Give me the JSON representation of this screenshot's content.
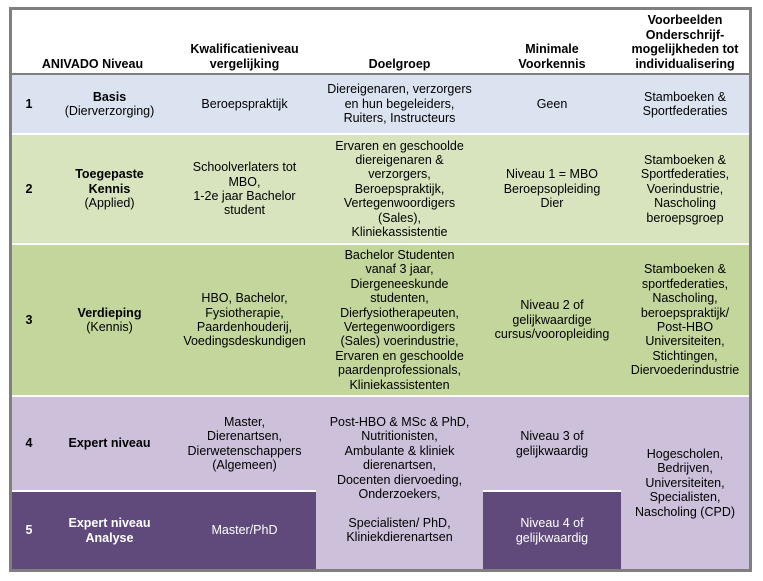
{
  "headers": {
    "level": "ANIVADO Niveau",
    "qualification": "Kwalificatieniveau vergelijking",
    "target_group": "Doelgroep",
    "prior_knowledge": "Minimale Voorkennis",
    "examples": "Voorbeelden Onderschrijf-mogelijkheden tot individualisering"
  },
  "header_lines": {
    "qualification": [
      "Kwalificatieniveau",
      "vergelijking"
    ],
    "prior_knowledge": [
      "Minimale",
      "Voorkennis"
    ],
    "examples": [
      "Voorbeelden",
      "Onderschrijf-",
      "mogelijkheden tot",
      "individualisering"
    ]
  },
  "rows": [
    {
      "number": "1",
      "level_title": "Basis",
      "level_subtitle": "(Dierverzorging)",
      "qualification": [
        "Beroepspraktijk"
      ],
      "target_group": [
        "Diereigenaren, verzorgers",
        "en hun begeleiders,",
        "Ruiters, Instructeurs"
      ],
      "prior_knowledge": [
        "Geen"
      ],
      "examples": [
        "Stamboeken &",
        "Sportfederaties"
      ],
      "color": "#dbe3f0"
    },
    {
      "number": "2",
      "level_title": "Toegepaste Kennis",
      "level_title_lines": [
        "Toegepaste",
        "Kennis"
      ],
      "level_subtitle": "(Applied)",
      "qualification": [
        "Schoolverlaters tot",
        "MBO,",
        "1-2e jaar Bachelor",
        "student"
      ],
      "target_group": [
        "Ervaren en geschoolde",
        "diereigenaren &",
        "verzorgers,",
        "Beroepspraktijk,",
        "Vertegenwoordigers",
        "(Sales),",
        "Kliniekassistentie"
      ],
      "prior_knowledge": [
        "Niveau 1 = MBO",
        "Beroepsopleiding",
        "Dier"
      ],
      "examples": [
        "Stamboeken &",
        "Sportfederaties,",
        "Voerindustrie,",
        "Nascholing",
        "beroepsgroep"
      ],
      "color": "#d7e4bd"
    },
    {
      "number": "3",
      "level_title": "Verdieping",
      "level_subtitle": "(Kennis)",
      "qualification": [
        "HBO, Bachelor,",
        "Fysiotherapie,",
        "Paardenhouderij,",
        "Voedingsdeskundigen"
      ],
      "target_group": [
        "Bachelor Studenten",
        "vanaf 3 jaar,",
        "Diergeneeskunde",
        "studenten,",
        "Dierfysiotherapeuten,",
        "Vertegenwoordigers",
        "(Sales) voerindustrie,",
        "Ervaren en geschoolde",
        "paardenprofessionals,",
        "Kliniekassistenten"
      ],
      "prior_knowledge": [
        "Niveau 2 of",
        "gelijkwaardige",
        "cursus/vooropleiding"
      ],
      "examples": [
        "Stamboeken &",
        "sportfederaties,",
        "Nascholing,",
        "beroepspraktijk/",
        "Post-HBO",
        "Universiteiten,",
        "Stichtingen,",
        "Diervoederindustrie"
      ],
      "color": "#c3d69b"
    },
    {
      "number": "4",
      "level_title": "Expert niveau",
      "level_subtitle": "",
      "qualification": [
        "Master,",
        "Dierenartsen,",
        "Dierwetenschappers",
        "(Algemeen)"
      ],
      "prior_knowledge": [
        "Niveau 3 of",
        "gelijkwaardig"
      ],
      "color": "#ccc0da"
    },
    {
      "number": "5",
      "level_title": "Expert niveau Analyse",
      "level_title_lines": [
        "Expert niveau",
        "Analyse"
      ],
      "level_subtitle": "",
      "qualification": [
        "Master/PhD"
      ],
      "prior_knowledge": [
        "Niveau 4 of",
        "gelijkwaardig"
      ],
      "color": "#604a7b"
    }
  ],
  "merged_rows_4_5": {
    "target_group": [
      "Post-HBO & MSc & PhD,",
      "Nutritionisten,",
      "Ambulante & kliniek",
      "dierenartsen,",
      "Docenten diervoeding,",
      "Onderzoekers,",
      "",
      "Specialisten/ PhD,",
      "Kliniekdierenartsen"
    ],
    "examples": [
      "Hogescholen,",
      "Bedrijven,",
      "Universiteiten,",
      "Specialisten,",
      "Nascholing (CPD)"
    ]
  },
  "colors": {
    "border": "#7f7f7f",
    "row1": "#dbe3f0",
    "row2": "#d7e4bd",
    "row3": "#c3d69b",
    "row4": "#ccc0da",
    "row5": "#604a7b"
  }
}
